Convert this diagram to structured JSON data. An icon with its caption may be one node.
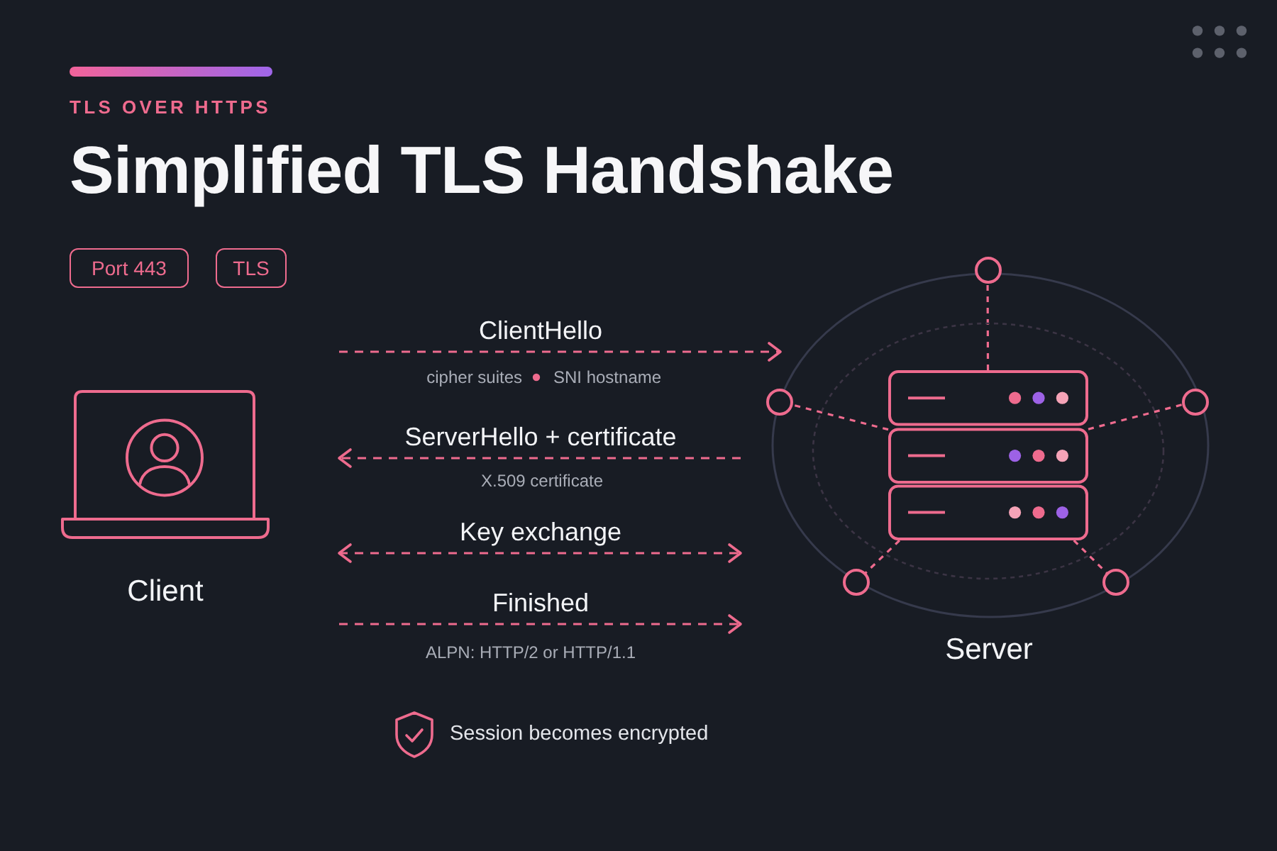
{
  "diagram": {
    "title": "Simplified TLS Handshake",
    "nodes": [
      {
        "text": [
          "Port 443"
        ]
      },
      {
        "text": [
          "TLS"
        ]
      },
      {
        "text": [
          "Client"
        ]
      },
      {
        "text": [
          "Server"
        ]
      },
      {
        "text": [],
        "shape": "picture",
        "in": 3
      },
      {
        "text": [],
        "shape": "circle"
      },
      {
        "text": [],
        "shape": "circle"
      },
      {
        "text": [],
        "shape": "circle",
        "in": 3
      },
      {
        "text": [],
        "shape": "circle",
        "in": 3
      },
      {
        "text": [],
        "shape": "circle",
        "in": 3
      }
    ],
    "edges": [
      {
        "from": 2,
        "to": 3,
        "arrow": "to",
        "label": "ClientHello",
        "style": "dashed"
      },
      {
        "from": 3,
        "to": 2,
        "arrow": "to",
        "label": "ServerHello + certificate",
        "style": "dashed"
      },
      {
        "from": 2,
        "to": 3,
        "arrow": "both",
        "label": "Key exchange",
        "style": "dashed"
      },
      {
        "from": 2,
        "to": 3,
        "arrow": "to",
        "label": "Finished",
        "style": "dashed"
      },
      {
        "from": 4,
        "to": 5,
        "arrow": "none",
        "style": "dashed"
      },
      {
        "from": 4,
        "to": 6,
        "arrow": "none",
        "style": "dashed"
      },
      {
        "from": 4,
        "to": 7,
        "arrow": "none",
        "style": "dashed"
      },
      {
        "from": 4,
        "to": 8,
        "arrow": "none",
        "style": "dashed"
      },
      {
        "from": 4,
        "to": 9,
        "arrow": "none",
        "style": "dashed"
      }
    ],
    "labels": [
      "TLS OVER HTTPS",
      "cipher suites",
      "SNI hostname",
      "X.509 certificate",
      "ALPN: HTTP/2 or HTTP/1.1",
      "Session becomes encrypted"
    ]
  }
}
